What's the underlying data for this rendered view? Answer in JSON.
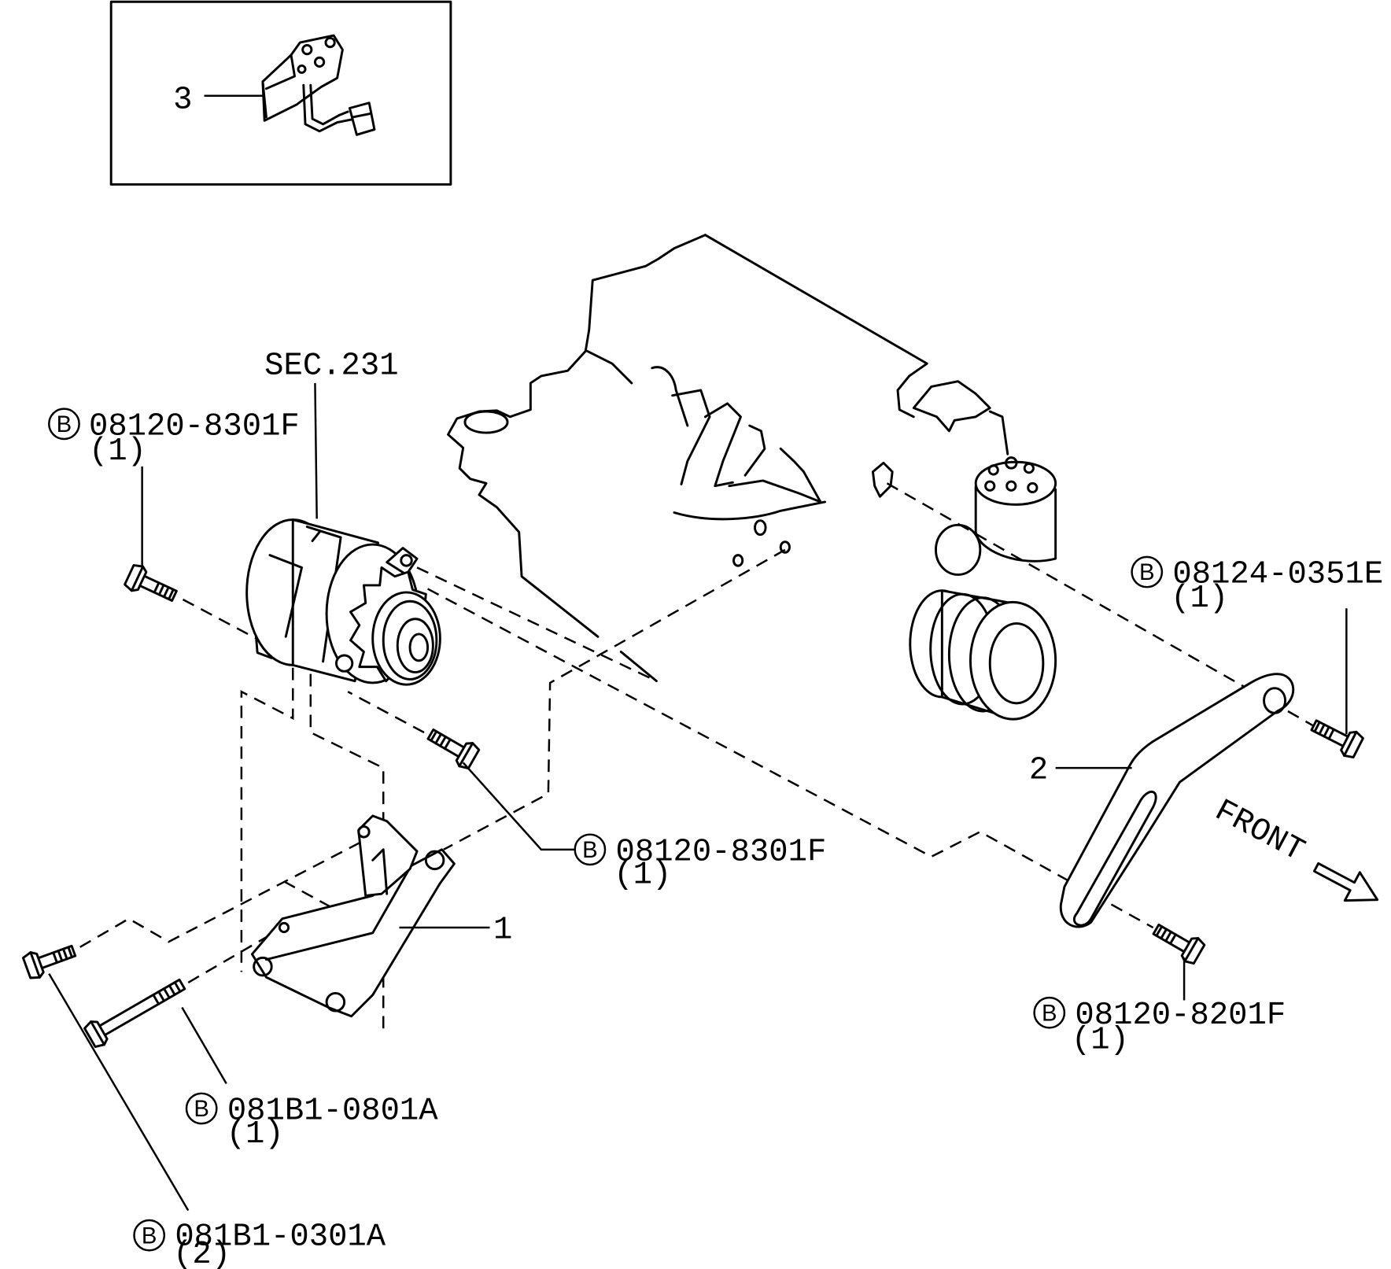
{
  "inset": {
    "callout": "3"
  },
  "section_ref": "SEC.231",
  "part_labels": {
    "callout_1": "1",
    "callout_2": "2"
  },
  "direction_label": "FRONT",
  "bolt_symbol": "B",
  "callouts": [
    {
      "code": "08120-8301F",
      "qty": "(1)"
    },
    {
      "code": "08124-0351E",
      "qty": "(1)"
    },
    {
      "code": "08120-8301F",
      "qty": "(1)"
    },
    {
      "code": "08120-8201F",
      "qty": "(1)"
    },
    {
      "code": "081B1-0801A",
      "qty": "(1)"
    },
    {
      "code": "081B1-0301A",
      "qty": "(2)"
    }
  ]
}
